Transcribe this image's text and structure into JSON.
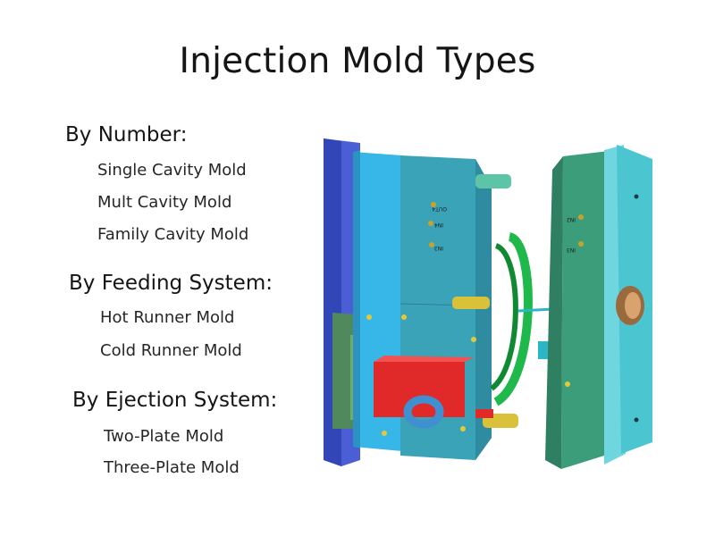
{
  "title": "Injection Mold Types",
  "groups": [
    {
      "heading": "By Number:",
      "items": [
        "Single Cavity Mold",
        "Mult Cavity Mold",
        "Family Cavity Mold"
      ]
    },
    {
      "heading": "By Feeding System:",
      "items": [
        "Hot Runner Mold",
        "Cold Runner Mold"
      ]
    },
    {
      "heading": "By Ejection System:",
      "items": [
        "Two-Plate Mold",
        "Three-Plate Mold"
      ]
    }
  ],
  "illustration": {
    "name": "exploded-injection-mold-illustration",
    "part_labels": [
      "OUT4",
      "IN4",
      "IN3",
      "IN2",
      "IN3"
    ],
    "colors": {
      "back_plate": "#4a5fd6",
      "top_clamp": "#37b7e8",
      "a_plate": "#3aa3b8",
      "ring": "#1fb84a",
      "b_plate": "#3c9d7a",
      "moving_clamp": "#4bc6d1",
      "red_block": "#e02a2a",
      "pins": "#d9c23a",
      "eye_bolt": "#3f8fd1"
    }
  }
}
